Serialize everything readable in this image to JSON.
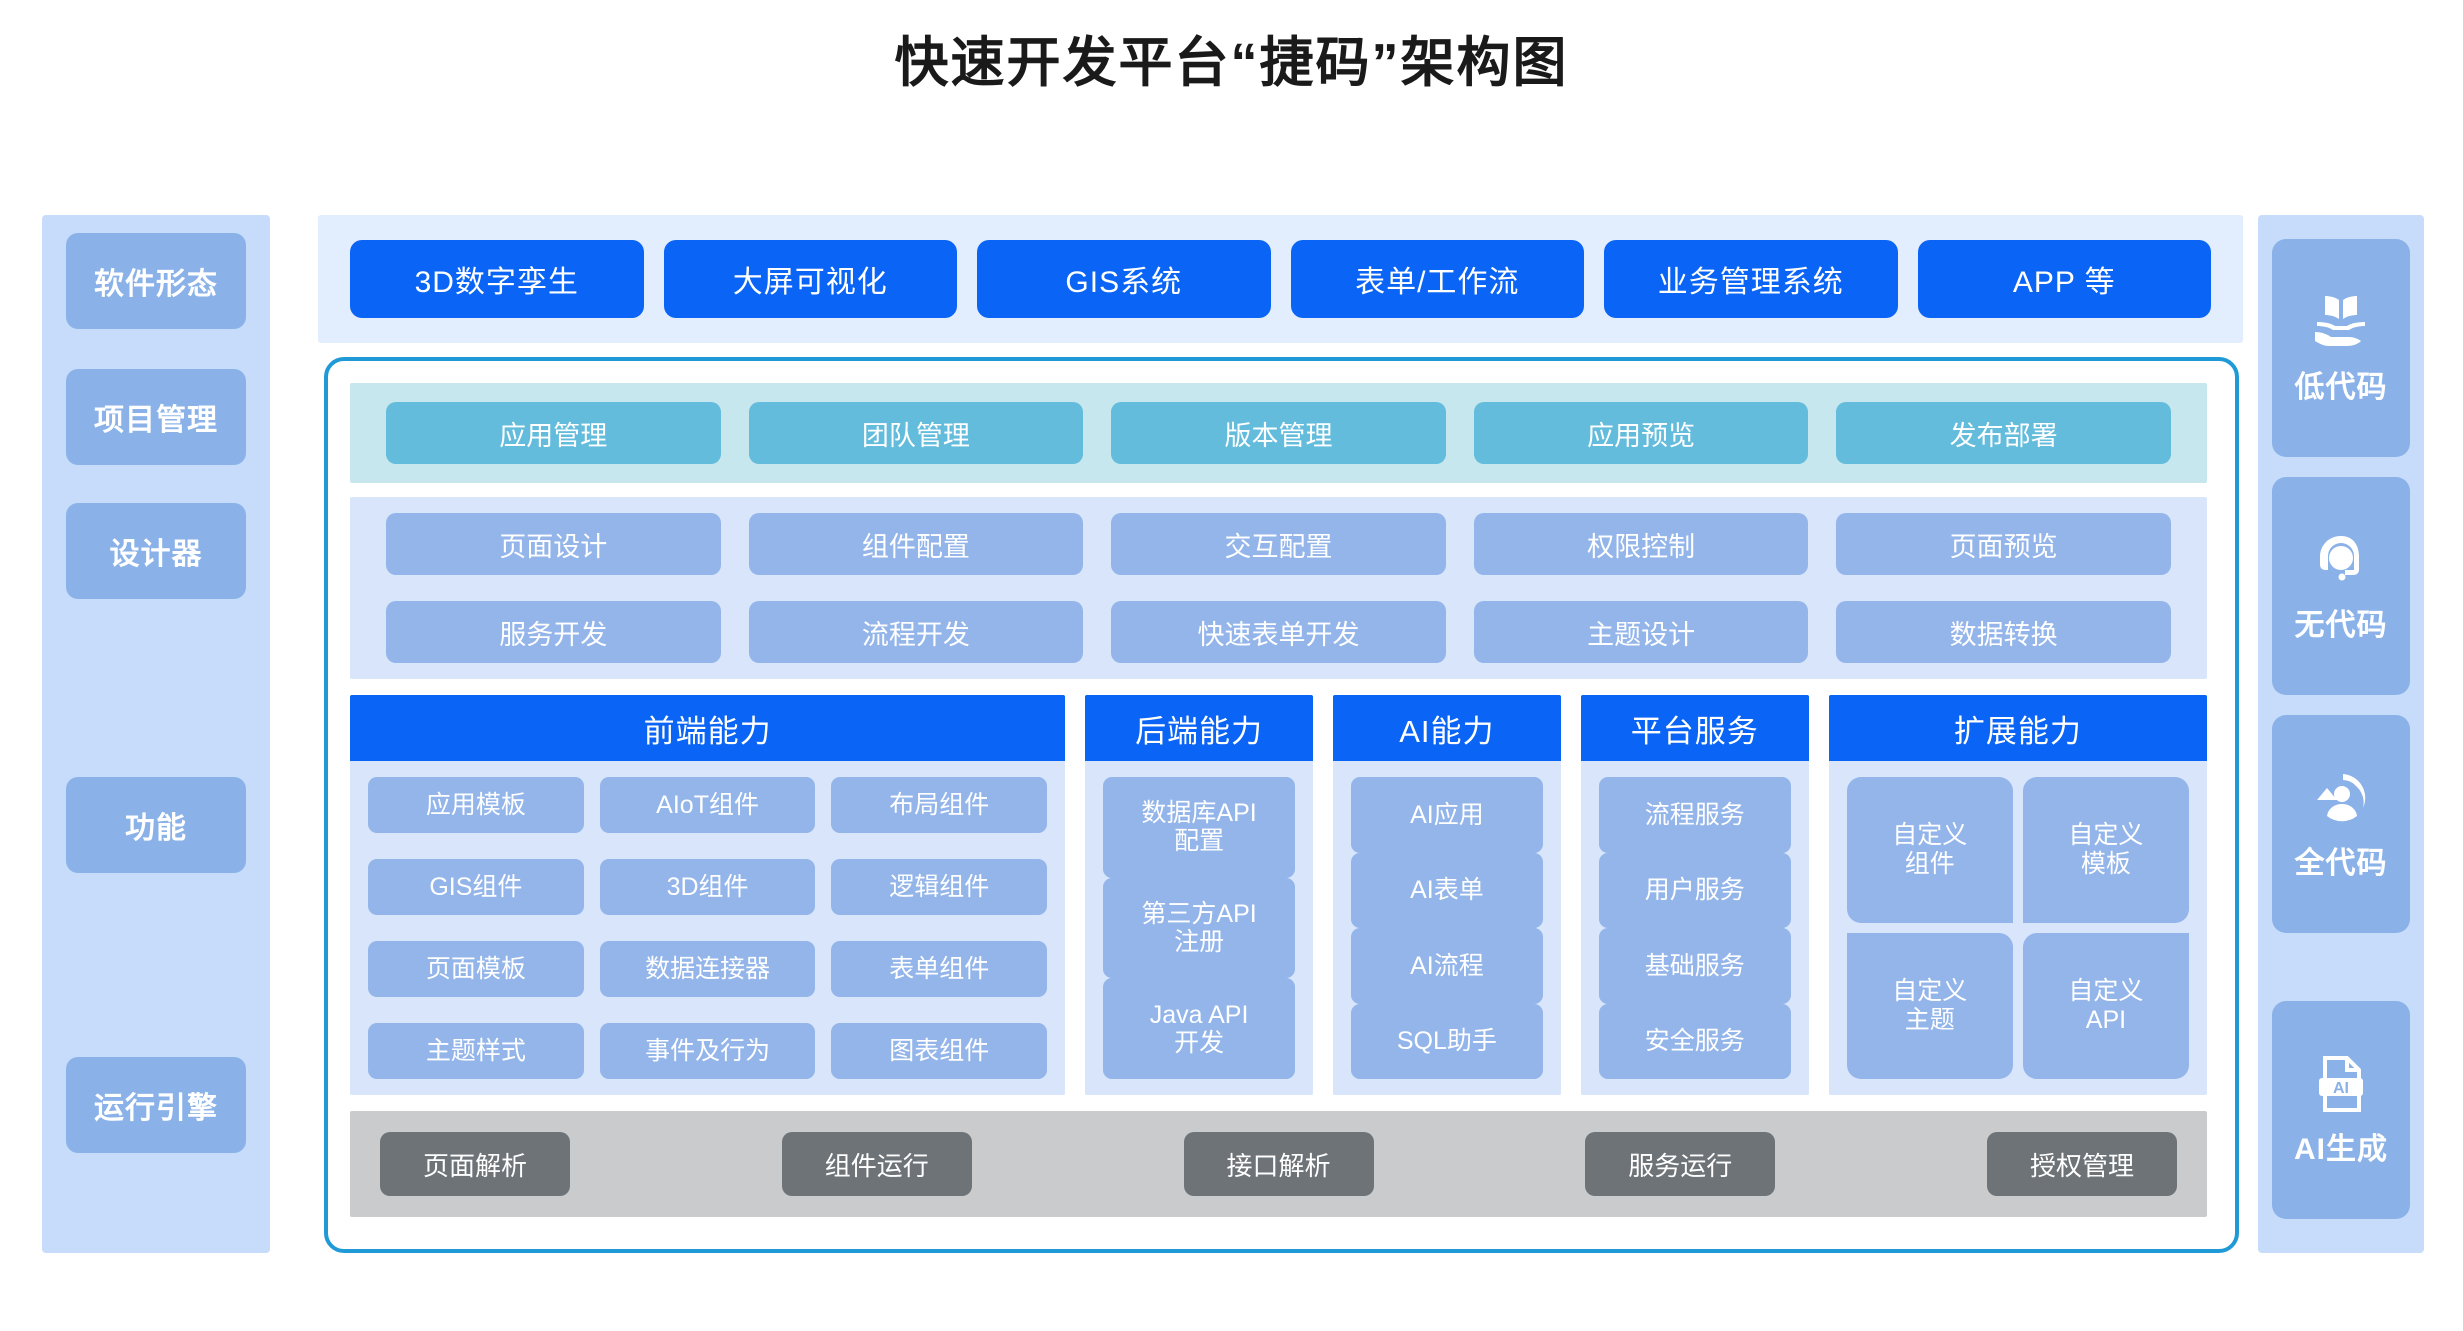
{
  "title": "快速开发平台“捷码”架构图",
  "colors": {
    "primary_blue": "#0a64f5",
    "mid_blue": "#93b5ea",
    "rail_bg": "#c7dcfa",
    "rail_item": "#8ab2e8",
    "teal": "#63bcdc",
    "teal_bg": "#c7e7ee",
    "panel_border": "#1f9ad6",
    "band_bg": "#d8e5fb",
    "runtime_bg": "#c9cbcd",
    "runtime_chip": "#6e7378"
  },
  "left_rail": {
    "items": [
      {
        "label": "软件形态"
      },
      {
        "label": "项目管理"
      },
      {
        "label": "设计器"
      },
      {
        "label": "功能"
      },
      {
        "label": "运行引擎"
      }
    ]
  },
  "right_rail": {
    "items": [
      {
        "label": "低代码",
        "icon": "book-in-hand-icon"
      },
      {
        "label": "无代码",
        "icon": "headset-support-icon"
      },
      {
        "label": "全代码",
        "icon": "person-refresh-icon"
      },
      {
        "label": "AI生成",
        "icon": "ai-document-icon"
      }
    ]
  },
  "software_forms": {
    "chips": [
      "3D数字孪生",
      "大屏可视化",
      "GIS系统",
      "表单/工作流",
      "业务管理系统",
      "APP 等"
    ]
  },
  "project_management": {
    "chips": [
      "应用管理",
      "团队管理",
      "版本管理",
      "应用预览",
      "发布部署"
    ]
  },
  "designer": {
    "row1": [
      "页面设计",
      "组件配置",
      "交互配置",
      "权限控制",
      "页面预览"
    ],
    "row2": [
      "服务开发",
      "流程开发",
      "快速表单开发",
      "主题设计",
      "数据转换"
    ]
  },
  "functions": {
    "frontend": {
      "title": "前端能力",
      "rows": [
        [
          "应用模板",
          "AIoT组件",
          "布局组件"
        ],
        [
          "GIS组件",
          "3D组件",
          "逻辑组件"
        ],
        [
          "页面模板",
          "数据连接器",
          "表单组件"
        ],
        [
          "主题样式",
          "事件及行为",
          "图表组件"
        ]
      ]
    },
    "backend": {
      "title": "后端能力",
      "items": [
        "数据库API\n配置",
        "第三方API\n注册",
        "Java API\n开发"
      ]
    },
    "ai": {
      "title": "AI能力",
      "items": [
        "AI应用",
        "AI表单",
        "AI流程",
        "SQL助手"
      ]
    },
    "platform": {
      "title": "平台服务",
      "items": [
        "流程服务",
        "用户服务",
        "基础服务",
        "安全服务"
      ]
    },
    "extension": {
      "title": "扩展能力",
      "items": [
        "自定义\n组件",
        "自定义\n模板",
        "自定义\n主题",
        "自定义\nAPI"
      ]
    }
  },
  "runtime_engine": {
    "chips": [
      "页面解析",
      "组件运行",
      "接口解析",
      "服务运行",
      "授权管理"
    ]
  }
}
